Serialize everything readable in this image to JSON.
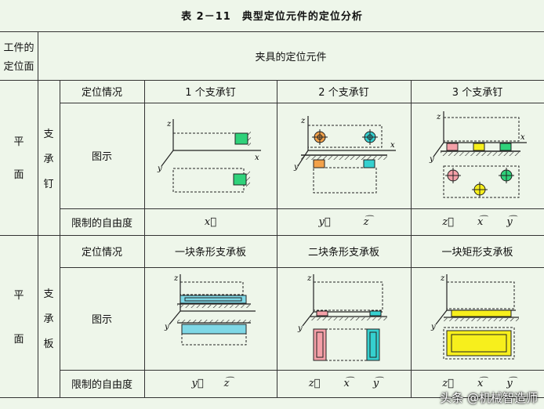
{
  "title": "表 2－11　典型定位元件的定位分析",
  "header": {
    "workpiece_line1": "工件的",
    "workpiece_line2": "定位面",
    "fixture": "夹具的定位元件"
  },
  "section1": {
    "surface_1": "平",
    "surface_2": "面",
    "element_1": "支",
    "element_2": "承",
    "element_3": "钉",
    "row_situation": "定位情况",
    "row_diagram": "图示",
    "row_freedom": "限制的自由度",
    "cols": [
      "1 个支承钉",
      "2 个支承钉",
      "3 个支承钉"
    ],
    "freedoms": [
      [
        "x⃗"
      ],
      [
        "y⃗",
        "z͡"
      ],
      [
        "z⃗",
        "x͡",
        "y͡"
      ]
    ]
  },
  "section2": {
    "surface_1": "平",
    "surface_2": "面",
    "element_1": "支",
    "element_2": "承",
    "element_3": "板",
    "row_situation": "定位情况",
    "row_diagram": "图示",
    "row_freedom": "限制的自由度",
    "cols": [
      "一块条形支承板",
      "二块条形支承板",
      "一块矩形支承板"
    ],
    "freedoms": [
      [
        "y⃗",
        "z͡"
      ],
      [
        "z⃗",
        "x͡",
        "y͡"
      ],
      [
        "z⃗",
        "x͡",
        "y͡"
      ]
    ]
  },
  "axis_labels": {
    "x": "x",
    "y": "y",
    "z": "z"
  },
  "watermark": "头条 @机械智造师",
  "colors": {
    "green": "#2fd27a",
    "orange": "#f2a14a",
    "teal": "#35d0cf",
    "pink": "#f4a0a8",
    "yellow": "#f7ef1c",
    "cyan_plate": "#7fd8e6"
  }
}
